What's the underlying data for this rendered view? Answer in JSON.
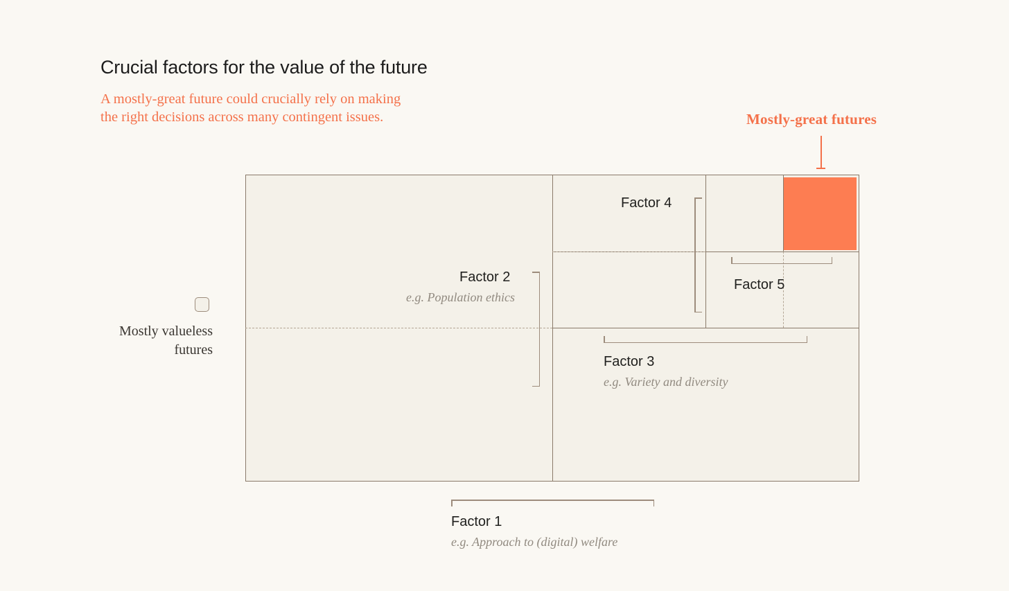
{
  "header": {
    "title": "Crucial factors for the value of the future",
    "subtitle": "A mostly-great future could crucially rely on making\nthe right decisions across many contingent issues."
  },
  "annotations": {
    "mostly_great": {
      "label": "Mostly-great futures",
      "color": "#f4714a",
      "pointer": "vertical-line-down"
    },
    "mostly_valueless": {
      "label": "Mostly valueless\nfutures",
      "swatch_fill": "#f4f1e9",
      "swatch_border": "#9d8c7c"
    }
  },
  "diagram": {
    "type": "nested-partition-grid",
    "background": "#f4f1e9",
    "border_color": "#8a7a6a",
    "highlight_color": "#fd7d52",
    "highlight_meaning": "Mostly-great futures",
    "factors": [
      {
        "id": "factor-1",
        "name": "Factor 1",
        "example": "e.g. Approach to (digital) welfare",
        "bracket": "horizontal-below"
      },
      {
        "id": "factor-2",
        "name": "Factor 2",
        "example": "e.g. Population ethics",
        "bracket": "vertical-right"
      },
      {
        "id": "factor-3",
        "name": "Factor 3",
        "example": "e.g. Variety and diversity",
        "bracket": "horizontal-above"
      },
      {
        "id": "factor-4",
        "name": "Factor 4",
        "example": "",
        "bracket": "vertical-right"
      },
      {
        "id": "factor-5",
        "name": "Factor 5",
        "example": "",
        "bracket": "horizontal-above"
      }
    ]
  }
}
